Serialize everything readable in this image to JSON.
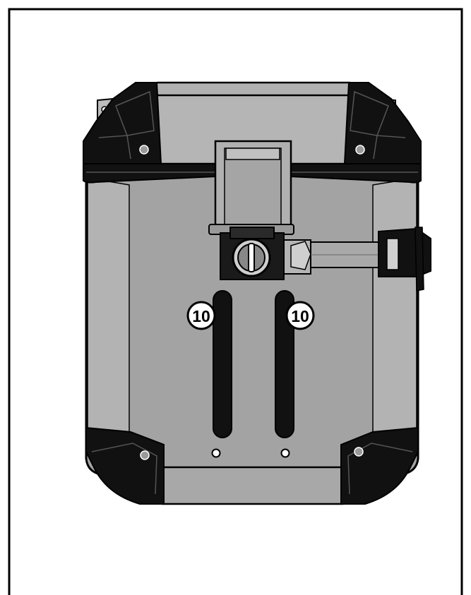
{
  "figure": {
    "callouts": [
      {
        "id": "left-strip",
        "label": "10"
      },
      {
        "id": "right-strip",
        "label": "10"
      }
    ]
  },
  "colors": {
    "body": "#a3a3a3",
    "body_light": "#b9b9b9",
    "trim": "#111111",
    "outline": "#000000",
    "background": "#ffffff"
  }
}
